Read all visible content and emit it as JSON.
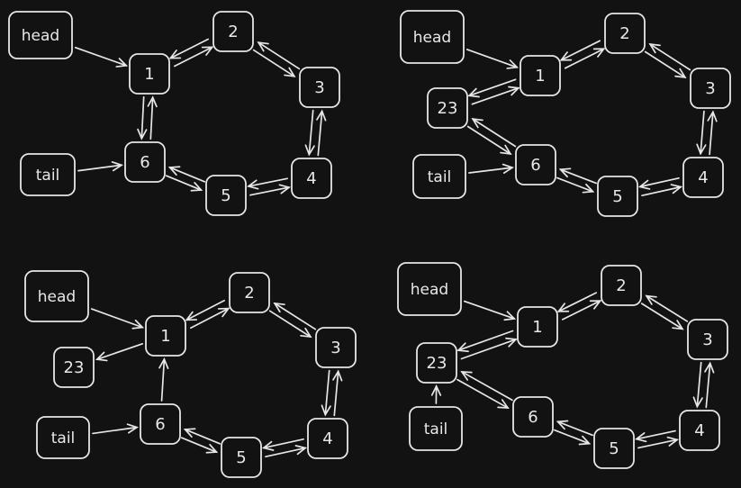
{
  "panels": [
    {
      "id": "top-left",
      "nodes": [
        {
          "id": "head",
          "label": "head"
        },
        {
          "id": "n1",
          "label": "1"
        },
        {
          "id": "n2",
          "label": "2"
        },
        {
          "id": "n3",
          "label": "3"
        },
        {
          "id": "n4",
          "label": "4"
        },
        {
          "id": "n5",
          "label": "5"
        },
        {
          "id": "n6",
          "label": "6"
        },
        {
          "id": "tail",
          "label": "tail"
        }
      ],
      "edges": [
        [
          "head",
          "n1"
        ],
        [
          "n1",
          "n2"
        ],
        [
          "n2",
          "n1"
        ],
        [
          "n2",
          "n3"
        ],
        [
          "n3",
          "n2"
        ],
        [
          "n3",
          "n4"
        ],
        [
          "n4",
          "n3"
        ],
        [
          "n4",
          "n5"
        ],
        [
          "n5",
          "n4"
        ],
        [
          "n5",
          "n6"
        ],
        [
          "n6",
          "n5"
        ],
        [
          "n6",
          "n1"
        ],
        [
          "n1",
          "n6"
        ],
        [
          "tail",
          "n6"
        ]
      ]
    },
    {
      "id": "top-right",
      "nodes": [
        {
          "id": "head",
          "label": "head"
        },
        {
          "id": "n1",
          "label": "1"
        },
        {
          "id": "n2",
          "label": "2"
        },
        {
          "id": "n3",
          "label": "3"
        },
        {
          "id": "n4",
          "label": "4"
        },
        {
          "id": "n5",
          "label": "5"
        },
        {
          "id": "n6",
          "label": "6"
        },
        {
          "id": "n23",
          "label": "23"
        },
        {
          "id": "tail",
          "label": "tail"
        }
      ],
      "edges": [
        [
          "head",
          "n1"
        ],
        [
          "n1",
          "n2"
        ],
        [
          "n2",
          "n1"
        ],
        [
          "n2",
          "n3"
        ],
        [
          "n3",
          "n2"
        ],
        [
          "n3",
          "n4"
        ],
        [
          "n4",
          "n3"
        ],
        [
          "n4",
          "n5"
        ],
        [
          "n5",
          "n4"
        ],
        [
          "n5",
          "n6"
        ],
        [
          "n6",
          "n5"
        ],
        [
          "n23",
          "n1"
        ],
        [
          "n1",
          "n23"
        ],
        [
          "n23",
          "n6"
        ],
        [
          "n6",
          "n23"
        ],
        [
          "tail",
          "n6"
        ]
      ]
    },
    {
      "id": "bottom-left",
      "nodes": [
        {
          "id": "head",
          "label": "head"
        },
        {
          "id": "n1",
          "label": "1"
        },
        {
          "id": "n2",
          "label": "2"
        },
        {
          "id": "n3",
          "label": "3"
        },
        {
          "id": "n4",
          "label": "4"
        },
        {
          "id": "n5",
          "label": "5"
        },
        {
          "id": "n6",
          "label": "6"
        },
        {
          "id": "n23",
          "label": "23"
        },
        {
          "id": "tail",
          "label": "tail"
        }
      ],
      "edges": [
        [
          "head",
          "n1"
        ],
        [
          "n1",
          "n2"
        ],
        [
          "n2",
          "n1"
        ],
        [
          "n2",
          "n3"
        ],
        [
          "n3",
          "n2"
        ],
        [
          "n3",
          "n4"
        ],
        [
          "n4",
          "n3"
        ],
        [
          "n4",
          "n5"
        ],
        [
          "n5",
          "n4"
        ],
        [
          "n5",
          "n6"
        ],
        [
          "n6",
          "n5"
        ],
        [
          "n1",
          "n23"
        ],
        [
          "n6",
          "n1"
        ],
        [
          "tail",
          "n6"
        ]
      ]
    },
    {
      "id": "bottom-right",
      "nodes": [
        {
          "id": "head",
          "label": "head"
        },
        {
          "id": "n1",
          "label": "1"
        },
        {
          "id": "n2",
          "label": "2"
        },
        {
          "id": "n3",
          "label": "3"
        },
        {
          "id": "n4",
          "label": "4"
        },
        {
          "id": "n5",
          "label": "5"
        },
        {
          "id": "n6",
          "label": "6"
        },
        {
          "id": "n23",
          "label": "23"
        },
        {
          "id": "tail",
          "label": "tail"
        }
      ],
      "edges": [
        [
          "head",
          "n1"
        ],
        [
          "n1",
          "n2"
        ],
        [
          "n2",
          "n1"
        ],
        [
          "n2",
          "n3"
        ],
        [
          "n3",
          "n2"
        ],
        [
          "n3",
          "n4"
        ],
        [
          "n4",
          "n3"
        ],
        [
          "n4",
          "n5"
        ],
        [
          "n5",
          "n4"
        ],
        [
          "n5",
          "n6"
        ],
        [
          "n6",
          "n5"
        ],
        [
          "n23",
          "n1"
        ],
        [
          "n1",
          "n23"
        ],
        [
          "n23",
          "n6"
        ],
        [
          "n6",
          "n23"
        ],
        [
          "tail",
          "n23"
        ]
      ]
    }
  ]
}
